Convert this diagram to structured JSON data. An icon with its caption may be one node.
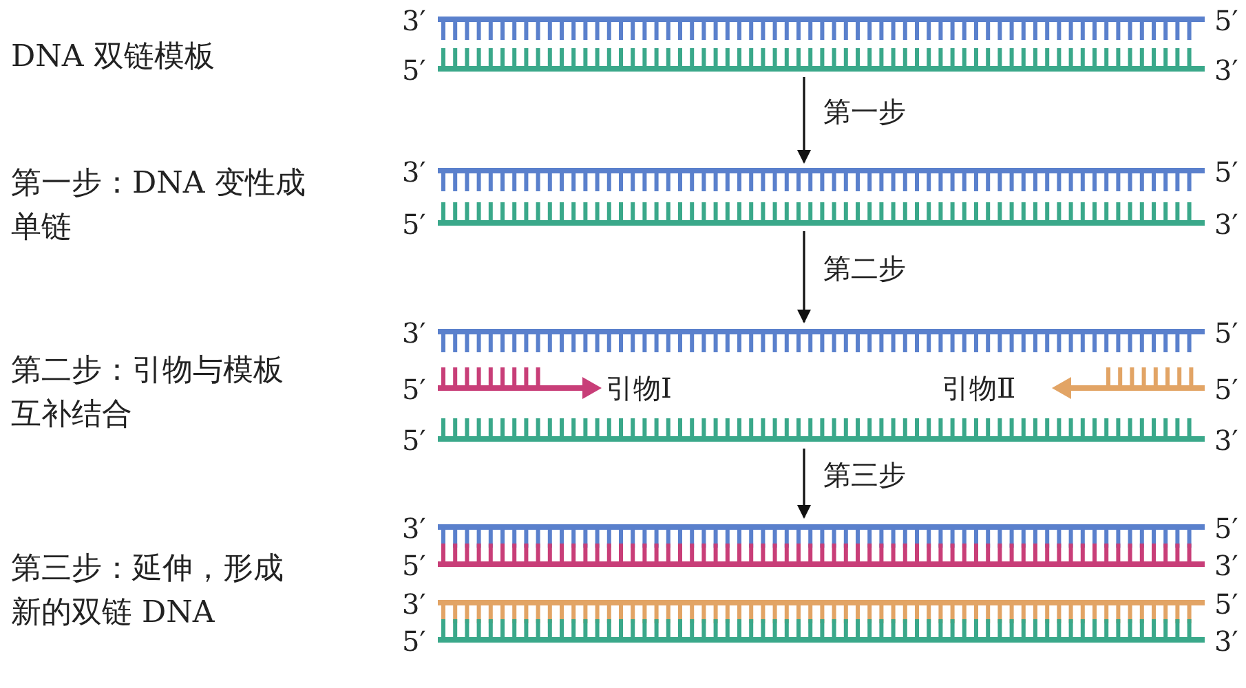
{
  "diagram": {
    "nodes": [
      {
        "text": [],
        "shape": "picture"
      },
      {
        "text": [],
        "shape": "picture"
      },
      {
        "text": [],
        "shape": "picture"
      },
      {
        "text": [],
        "shape": "picture"
      }
    ],
    "edges": [
      {
        "from": 0,
        "to": 1,
        "arrow": "to",
        "label": "第一步"
      },
      {
        "from": 1,
        "to": 2,
        "arrow": "to",
        "label": "第二步"
      },
      {
        "from": 2,
        "to": 3,
        "arrow": "to",
        "label": "第三步"
      }
    ],
    "labels": [
      "DNA 双链模板",
      "3′",
      "5′",
      "5′",
      "3′",
      "第一步：DNA 变性成单链",
      "3′",
      "5′",
      "5′",
      "3′",
      "第二步：引物与模板互补结合",
      "3′",
      "5′",
      "5′",
      "引物Ⅰ",
      "引物Ⅱ",
      "5′",
      "5′",
      "3′",
      "第三步：延伸，形成新的双链 DNA",
      "3′",
      "5′",
      "5′",
      "3′",
      "3′",
      "5′",
      "5′",
      "3′"
    ]
  }
}
